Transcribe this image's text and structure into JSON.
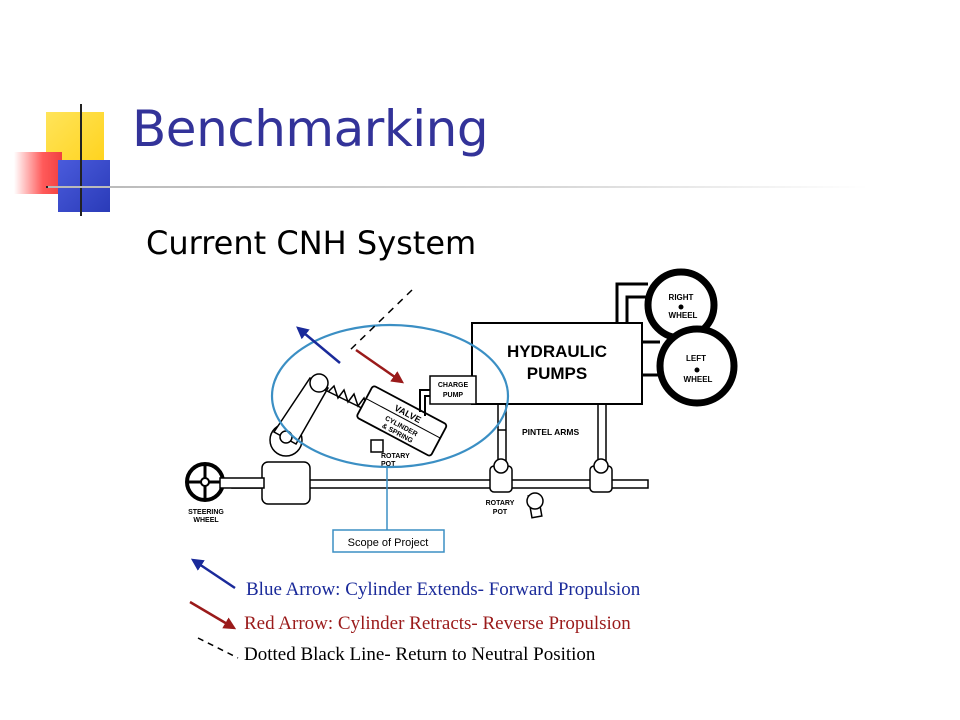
{
  "slide": {
    "title": "Benchmarking",
    "subtitle": "Current CNH System"
  },
  "diagram": {
    "labels": {
      "hydraulic_pumps_line1": "HYDRAULIC",
      "hydraulic_pumps_line2": "PUMPS",
      "right_wheel_line1": "RIGHT",
      "right_wheel_line2": "WHEEL",
      "left_wheel_line1": "LEFT",
      "left_wheel_line2": "WHEEL",
      "charge_pump_line1": "CHARGE",
      "charge_pump_line2": "PUMP",
      "valve": "VALVE",
      "cylinder_spring_line1": "CYLINDER",
      "cylinder_spring_line2": "& SPRING",
      "rotary_pot_top_line1": "ROTARY",
      "rotary_pot_top_line2": "POT",
      "pintel_arms": "PINTEL ARMS",
      "rotary_pot_bottom_line1": "ROTARY",
      "rotary_pot_bottom_line2": "POT",
      "steering_wheel_line1": "STEERING",
      "steering_wheel_line2": "WHEEL",
      "scope_of_project": "Scope of Project"
    },
    "legend": {
      "blue": "Blue Arrow: Cylinder Extends- Forward Propulsion",
      "red": "Red Arrow: Cylinder Retracts- Reverse Propulsion",
      "dotted": "Dotted Black Line- Return to Neutral Position"
    },
    "colors": {
      "blue_arrow": "#1a2a9a",
      "red_arrow": "#9a1a1a",
      "scope_ellipse": "#3b8fc4",
      "title": "#333399"
    }
  }
}
